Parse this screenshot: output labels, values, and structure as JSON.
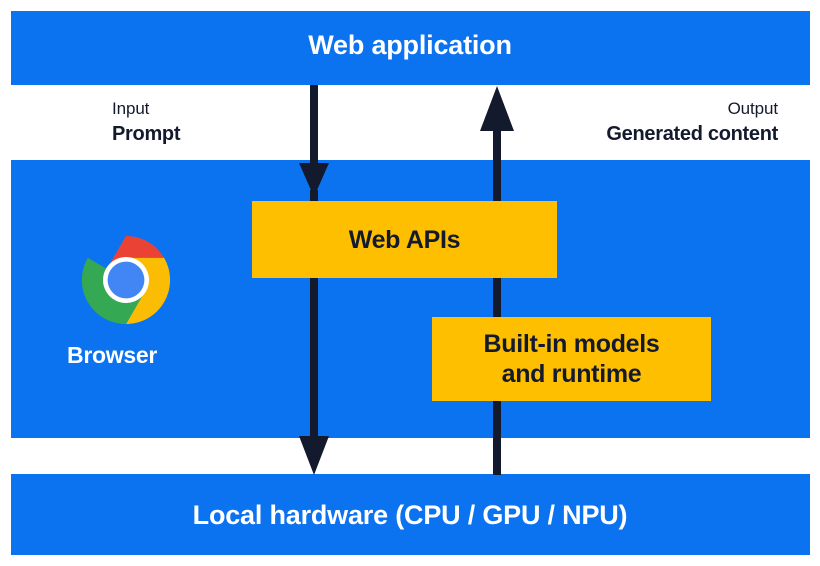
{
  "diagram": {
    "title": "Web application",
    "panels": {
      "top": {
        "label": "Web application"
      },
      "middle": {
        "label": "Browser",
        "logo": "chrome-logo"
      },
      "bottom": {
        "label": "Local hardware (CPU / GPU / NPU)"
      }
    },
    "flows": {
      "input": {
        "kicker": "Input",
        "value": "Prompt",
        "direction": "down"
      },
      "output": {
        "kicker": "Output",
        "value": "Generated content",
        "direction": "up"
      }
    },
    "boxes": [
      {
        "label": "Web APIs"
      },
      {
        "label": "Built-in models\nand runtime",
        "line1": "Built-in models",
        "line2": "and runtime"
      }
    ],
    "colors": {
      "panel_blue": "#0b72f0",
      "box_yellow": "#ffbf01",
      "arrow_navy": "#131a2e",
      "text_on_blue": "#ffffff",
      "text_dark": "#131a2e",
      "chrome_red": "#ea4335",
      "chrome_yellow": "#fbbc04",
      "chrome_green": "#34a853",
      "chrome_blue": "#4285f4",
      "background": "#ffffff"
    }
  }
}
